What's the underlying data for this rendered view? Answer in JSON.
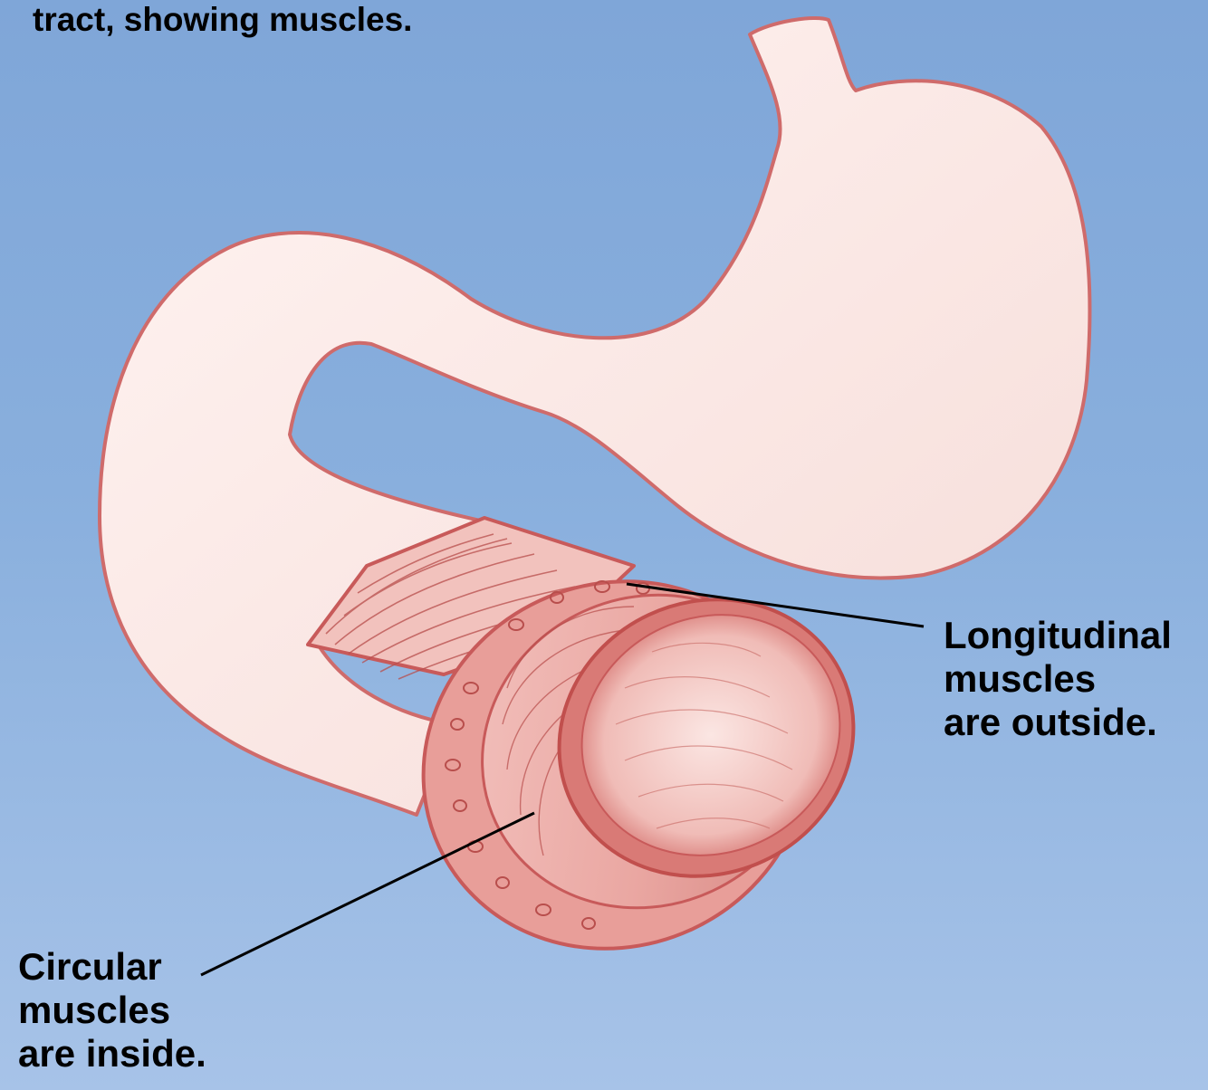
{
  "title": "tract, showing muscles.",
  "labels": {
    "longitudinal": [
      "Longitudinal",
      "muscles",
      "are outside."
    ],
    "circular": [
      "Circular",
      "muscles",
      "are inside."
    ]
  },
  "colors": {
    "background_top": "#7fa6d8",
    "background_bottom": "#a7c3e8",
    "tissue_fill": "#fcecea",
    "tissue_outline": "#cf6b6b",
    "muscle_fill": "#eaa4a0",
    "muscle_dark": "#c85a5a",
    "leader_line": "#000000"
  }
}
